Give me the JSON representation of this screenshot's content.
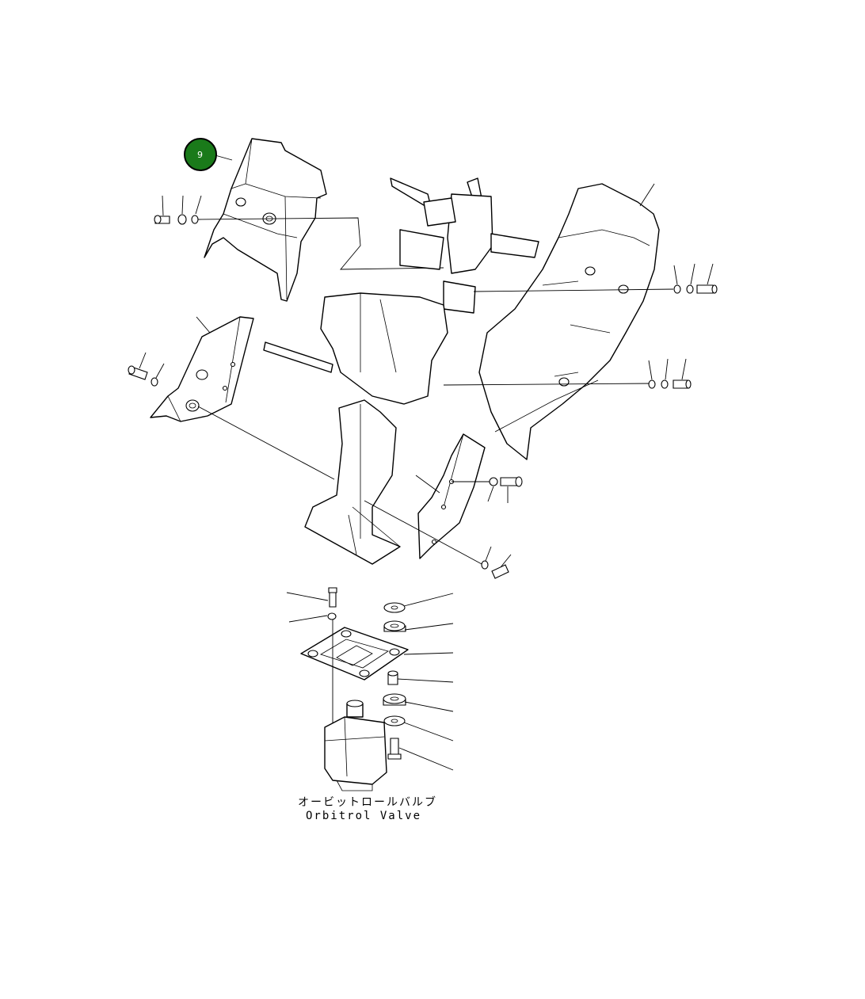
{
  "callout": {
    "number": "9",
    "color": "#1a7a1a"
  },
  "caption": {
    "japanese": "オービットロールバルブ",
    "english": "Orbitrol Valve"
  }
}
